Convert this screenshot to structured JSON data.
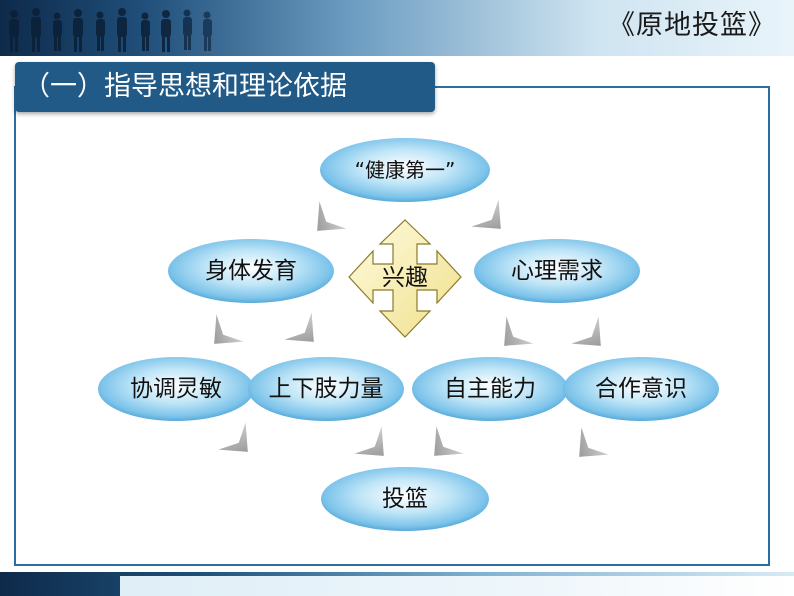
{
  "header": {
    "title": "《原地投篮》"
  },
  "section": {
    "label": "（一）指导思想和理论依据"
  },
  "diagram": {
    "nodes": {
      "health_first": "“健康第一”",
      "physical_development": "身体发育",
      "mental_needs": "心理需求",
      "coordination": "协调灵敏",
      "limb_strength": "上下肢力量",
      "autonomy": "自主能力",
      "cooperation": "合作意识",
      "shooting": "投篮"
    },
    "center": {
      "label": "兴趣"
    }
  },
  "colors": {
    "node_fill": "#a8d8f2",
    "node_fill_dark": "#4ea9d9",
    "center_fill": "#f7eda0",
    "arrow_fill": "#9a9a9a",
    "banner_fill": "#215a86"
  }
}
